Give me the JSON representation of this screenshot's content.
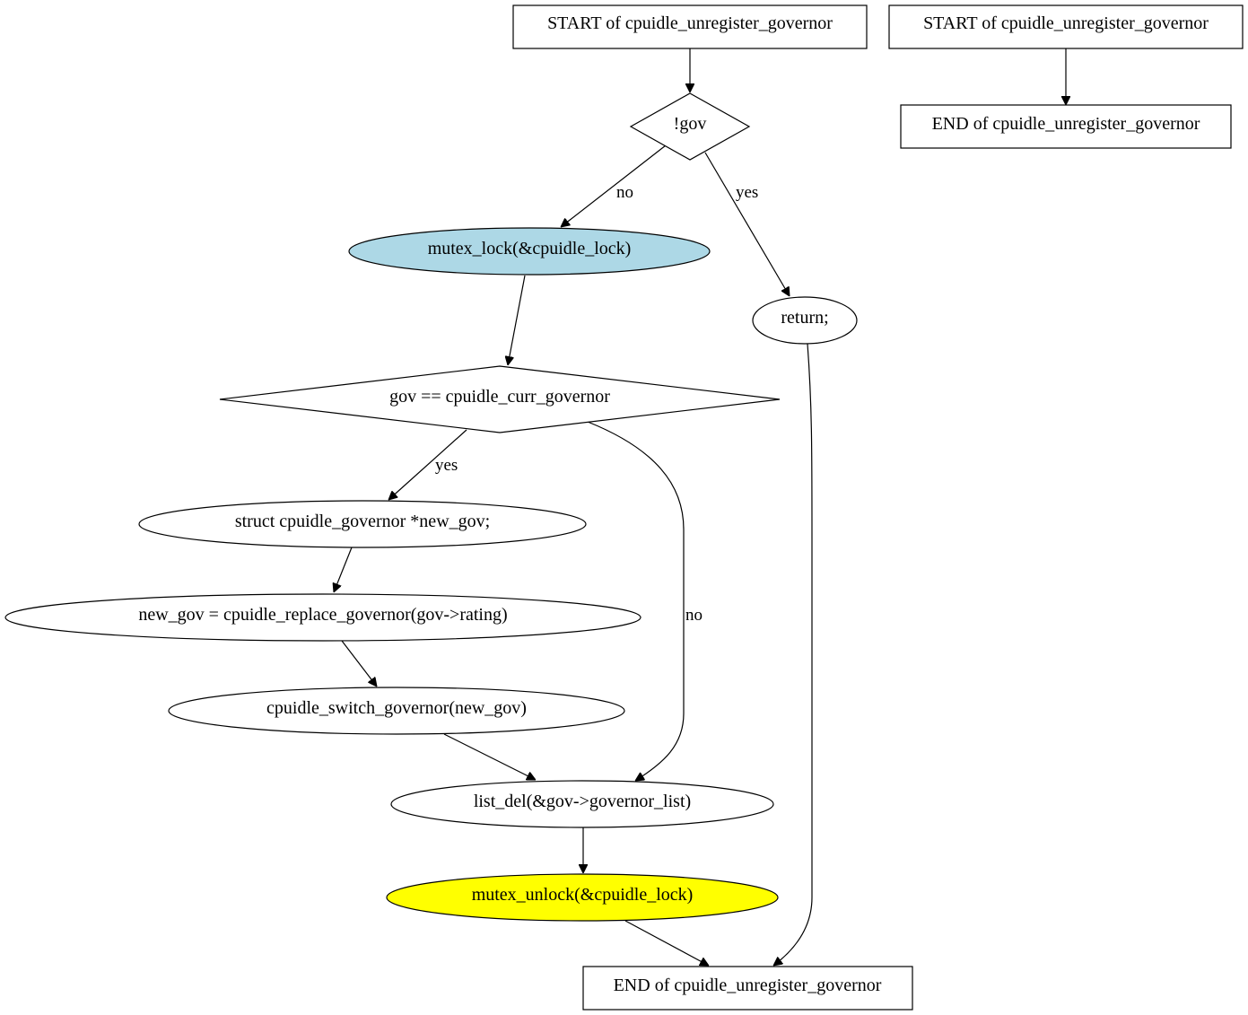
{
  "nodes": {
    "start_main": "START of cpuidle_unregister_governor",
    "start_side": "START of cpuidle_unregister_governor",
    "end_side": "END of cpuidle_unregister_governor",
    "cond_gov": "!gov",
    "mutex_lock": "mutex_lock(&cpuidle_lock)",
    "return": "return;",
    "cond_curr": "gov == cpuidle_curr_governor",
    "struct_decl": "struct cpuidle_governor *new_gov;",
    "new_gov_assign": "new_gov = cpuidle_replace_governor(gov->rating)",
    "switch_gov": "cpuidle_switch_governor(new_gov)",
    "list_del": "list_del(&gov->governor_list)",
    "mutex_unlock": "mutex_unlock(&cpuidle_lock)",
    "end_main": "END of cpuidle_unregister_governor"
  },
  "edge_labels": {
    "gov_no": "no",
    "gov_yes": "yes",
    "curr_yes": "yes",
    "curr_no": "no"
  },
  "colors": {
    "mutex_lock_fill": "#add8e6",
    "mutex_unlock_fill": "#ffff00",
    "default_fill": "#ffffff"
  }
}
